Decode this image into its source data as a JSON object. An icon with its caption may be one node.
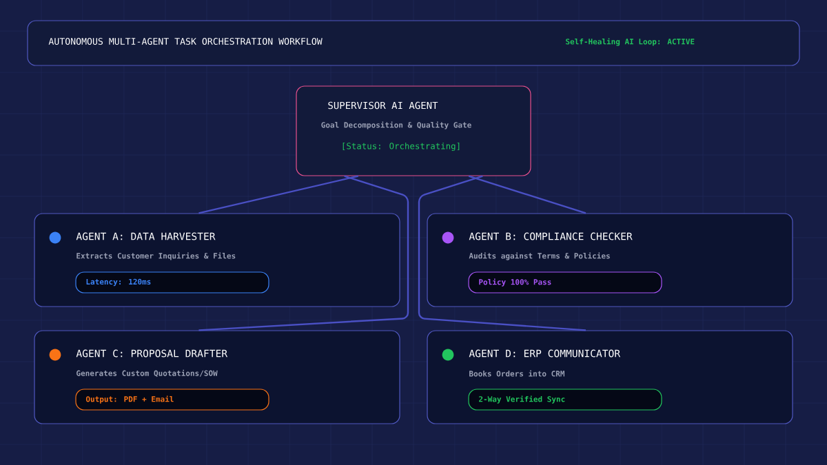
{
  "diagram": {
    "nodes": [
      {
        "text": [
          "AUTONOMOUS MULTI-AGENT TASK ORCHESTRATION WORKFLOW",
          "Self-Healing AI Loop: ACTIVE"
        ]
      },
      {
        "text": [
          "SUPERVISOR AI AGENT",
          "Goal Decomposition & Quality Gate",
          "[Status: Orchestrating]"
        ]
      },
      {
        "text": [
          "AGENT A: DATA HARVESTER",
          "Extracts Customer Inquiries & Files"
        ]
      },
      {
        "text": [
          "Latency: 120ms"
        ],
        "in": 2
      },
      {
        "text": [
          "AGENT B: COMPLIANCE CHECKER",
          "Audits against Terms & Policies"
        ]
      },
      {
        "text": [
          "Policy 100% Pass"
        ],
        "in": 4
      },
      {
        "text": [
          "AGENT C: PROPOSAL DRAFTER",
          "Generates Custom Quotations/SOW"
        ]
      },
      {
        "text": [
          "Output: PDF + Email"
        ],
        "in": 6
      },
      {
        "text": [
          "AGENT D: ERP COMMUNICATOR",
          "Books Orders into CRM"
        ]
      },
      {
        "text": [
          "2-Way Verified Sync"
        ],
        "in": 8
      }
    ],
    "edges": [
      {
        "from": 1,
        "to": 2,
        "arrow": "none"
      },
      {
        "from": 1,
        "to": 6,
        "arrow": "none"
      },
      {
        "from": 1,
        "to": 4,
        "arrow": "none"
      },
      {
        "from": 1,
        "to": 8,
        "arrow": "none"
      }
    ]
  }
}
